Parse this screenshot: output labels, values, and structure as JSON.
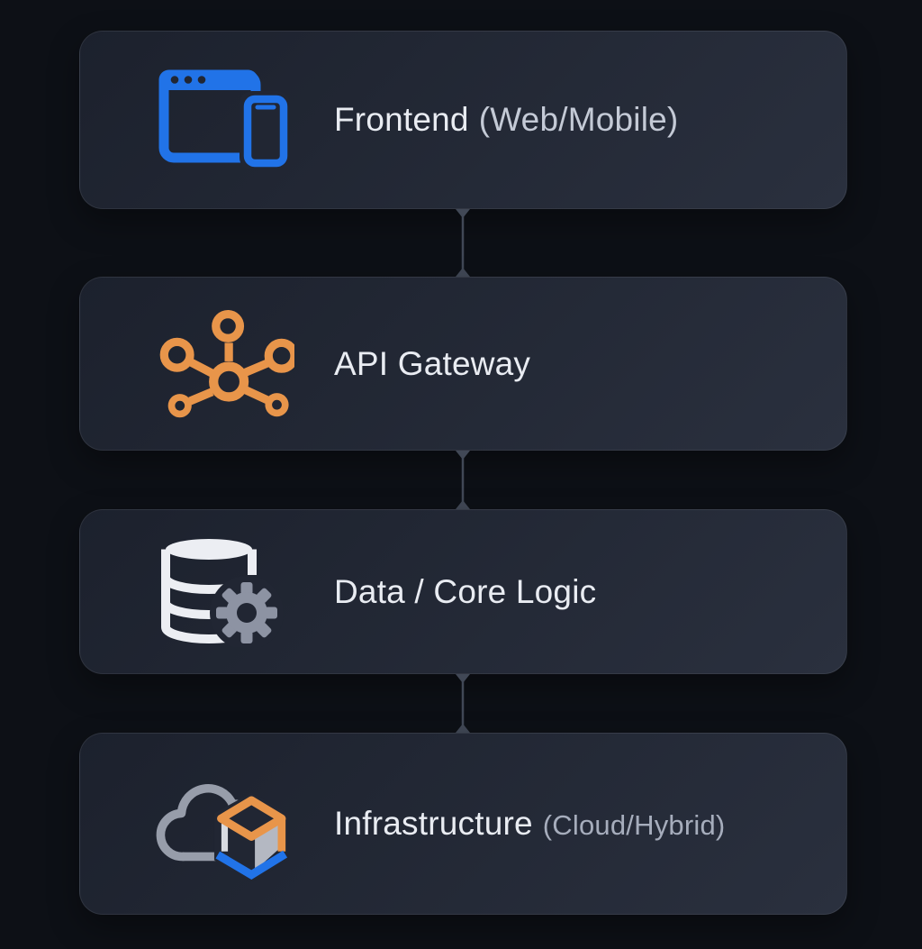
{
  "diagram": {
    "nodes": [
      {
        "title": "Frontend",
        "subtitle": "(Web/Mobile)",
        "icon": "web-mobile-icon"
      },
      {
        "title": "API Gateway",
        "subtitle": "",
        "icon": "network-hub-icon"
      },
      {
        "title": "Data / Core Logic",
        "subtitle": "",
        "icon": "database-gear-icon"
      },
      {
        "title": "Infrastructure",
        "subtitle": "(Cloud/Hybrid)",
        "icon": "cloud-cube-icon"
      }
    ],
    "colors": {
      "page_bg": "#0d1016",
      "card_bg_start": "#1c212d",
      "card_bg_end": "#2a303e",
      "card_bg_flat": "#212633",
      "card_border": "rgba(255,255,255,0.08)",
      "title_color": "#e9ecf2",
      "subtitle_color": "#c4cad6",
      "subtitle_dim_color": "#a6adbc",
      "connector_color": "#414856",
      "blue": "#2173e8",
      "orange": "#e8954a",
      "db_white": "#eceef3",
      "gear_gray": "#8d93a3",
      "cloud_gray": "#979daa",
      "cube_face": "#b4b8c2",
      "cube_edge_light": "#d8dbe1"
    }
  }
}
